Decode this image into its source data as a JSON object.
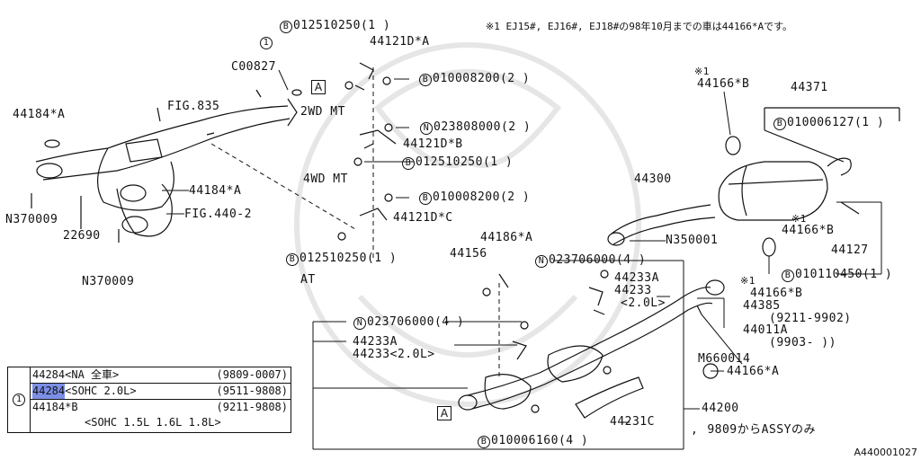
{
  "ref_code": "A440001027",
  "note": {
    "mark": "※1",
    "text": "EJ15#, EJ16#, EJ18#の98年10月までの車は44166*Aです。"
  },
  "box_a": "A",
  "labels": [
    {
      "id": "c00827",
      "text": "C00827"
    },
    {
      "id": "fig835",
      "text": "FIG.835"
    },
    {
      "id": "mt2wd",
      "text": "2WD MT"
    },
    {
      "id": "mt4wd",
      "text": "4WD MT"
    },
    {
      "id": "at",
      "text": "AT"
    },
    {
      "id": "p44184a_1",
      "text": "44184*A"
    },
    {
      "id": "p44184a_2",
      "text": "44184*A"
    },
    {
      "id": "fig4402",
      "text": "FIG.440-2"
    },
    {
      "id": "n370009_1",
      "text": "N370009"
    },
    {
      "id": "n370009_2",
      "text": "N370009"
    },
    {
      "id": "p22690",
      "text": "22690"
    },
    {
      "id": "p44121da",
      "text": "44121D*A"
    },
    {
      "id": "p44121db",
      "text": "44121D*B"
    },
    {
      "id": "p44121dc",
      "text": "44121D*C"
    },
    {
      "id": "p44166b_1",
      "text": "44166*B"
    },
    {
      "id": "p44371",
      "text": "44371"
    },
    {
      "id": "p44300",
      "text": "44300"
    },
    {
      "id": "p44166b_2",
      "text": "44166*B"
    },
    {
      "id": "p44127",
      "text": "44127"
    },
    {
      "id": "n350001",
      "text": "N350001"
    },
    {
      "id": "p44186a",
      "text": "44186*A"
    },
    {
      "id": "p44156",
      "text": "44156"
    },
    {
      "id": "p44166b_3",
      "text": "44166*B"
    },
    {
      "id": "p44233a_1",
      "text": "44233A"
    },
    {
      "id": "p44233_1",
      "text": "44233"
    },
    {
      "id": "p20l_1",
      "text": "<2.0L>"
    },
    {
      "id": "p44385",
      "text": "44385"
    },
    {
      "id": "d9211",
      "text": "(9211-9902)"
    },
    {
      "id": "p44011a",
      "text": "44011A"
    },
    {
      "id": "d9903",
      "text": "(9903-     ))"
    },
    {
      "id": "m660014",
      "text": "M660014"
    },
    {
      "id": "p44166a",
      "text": "44166*A"
    },
    {
      "id": "p44233a_2",
      "text": "44233A"
    },
    {
      "id": "p44233_2",
      "text": "44233<2.0L>"
    },
    {
      "id": "p44200",
      "text": "44200"
    },
    {
      "id": "p44231c",
      "text": "44231C"
    },
    {
      "id": "assy",
      "text": "9809からASSYのみ"
    },
    {
      "id": "m1_a",
      "text": "※1"
    },
    {
      "id": "m1_b",
      "text": "※1"
    },
    {
      "id": "m1_c",
      "text": "※1"
    }
  ],
  "circ_labels": [
    {
      "id": "b012510250_1",
      "mark": "B",
      "text": "012510250(1 )"
    },
    {
      "id": "b010008200_1",
      "mark": "B",
      "text": "010008200(2 )"
    },
    {
      "id": "n023808000",
      "mark": "N",
      "text": "023808000(2 )"
    },
    {
      "id": "b012510250_2",
      "mark": "B",
      "text": "012510250(1 )"
    },
    {
      "id": "b010008200_2",
      "mark": "B",
      "text": "010008200(2 )"
    },
    {
      "id": "b012510250_3",
      "mark": "B",
      "text": "012510250(1 )"
    },
    {
      "id": "b010006127",
      "mark": "B",
      "text": "010006127(1 )"
    },
    {
      "id": "b010110450",
      "mark": "B",
      "text": "010110450(1 )"
    },
    {
      "id": "n023706000_1",
      "mark": "N",
      "text": "023706000(4 )"
    },
    {
      "id": "n023706000_2",
      "mark": "N",
      "text": "023706000(4 )"
    },
    {
      "id": "b010006160",
      "mark": "B",
      "text": "010006160(4 )"
    },
    {
      "id": "ref1_top",
      "mark": "1",
      "text": ""
    }
  ],
  "table": {
    "mark": "1",
    "rows": [
      {
        "part": "44284",
        "desc": "<NA 全車>",
        "date": "(9809-0007)",
        "highlight": false
      },
      {
        "part": "44284",
        "desc": "<SOHC 2.0L>",
        "date": "(9511-9808)",
        "highlight": true
      },
      {
        "part": "44184*B",
        "desc": "",
        "date": "(9211-9808)",
        "highlight": false
      }
    ],
    "footer": "<SOHC 1.5L 1.6L 1.8L>"
  }
}
